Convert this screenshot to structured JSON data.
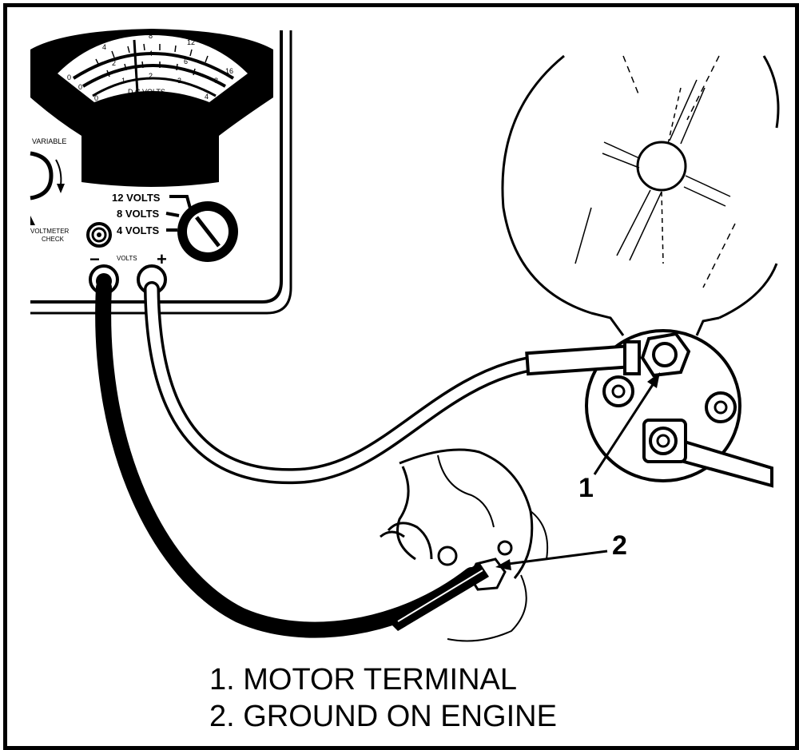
{
  "meter": {
    "scale_label": "D C VOLTS",
    "outer_ticks": [
      "0",
      "4",
      "8",
      "12",
      "16"
    ],
    "middle_ticks": [
      "0",
      "2",
      "4",
      "6",
      "8"
    ],
    "inner_ticks": [
      "0",
      "1",
      "2",
      "3",
      "4"
    ],
    "variable_label": "VARIABLE",
    "check_label_1": "VOLTMETER",
    "check_label_2": "CHECK",
    "range_12": "12 VOLTS",
    "range_8": "8 VOLTS",
    "range_4": "4 VOLTS",
    "jacks_label": "VOLTS",
    "minus_sign": "−",
    "plus_sign": "+"
  },
  "callouts": {
    "one": "1",
    "two": "2"
  },
  "legend": {
    "line1": "1.  MOTOR TERMINAL",
    "line2": "2.  GROUND ON ENGINE"
  }
}
